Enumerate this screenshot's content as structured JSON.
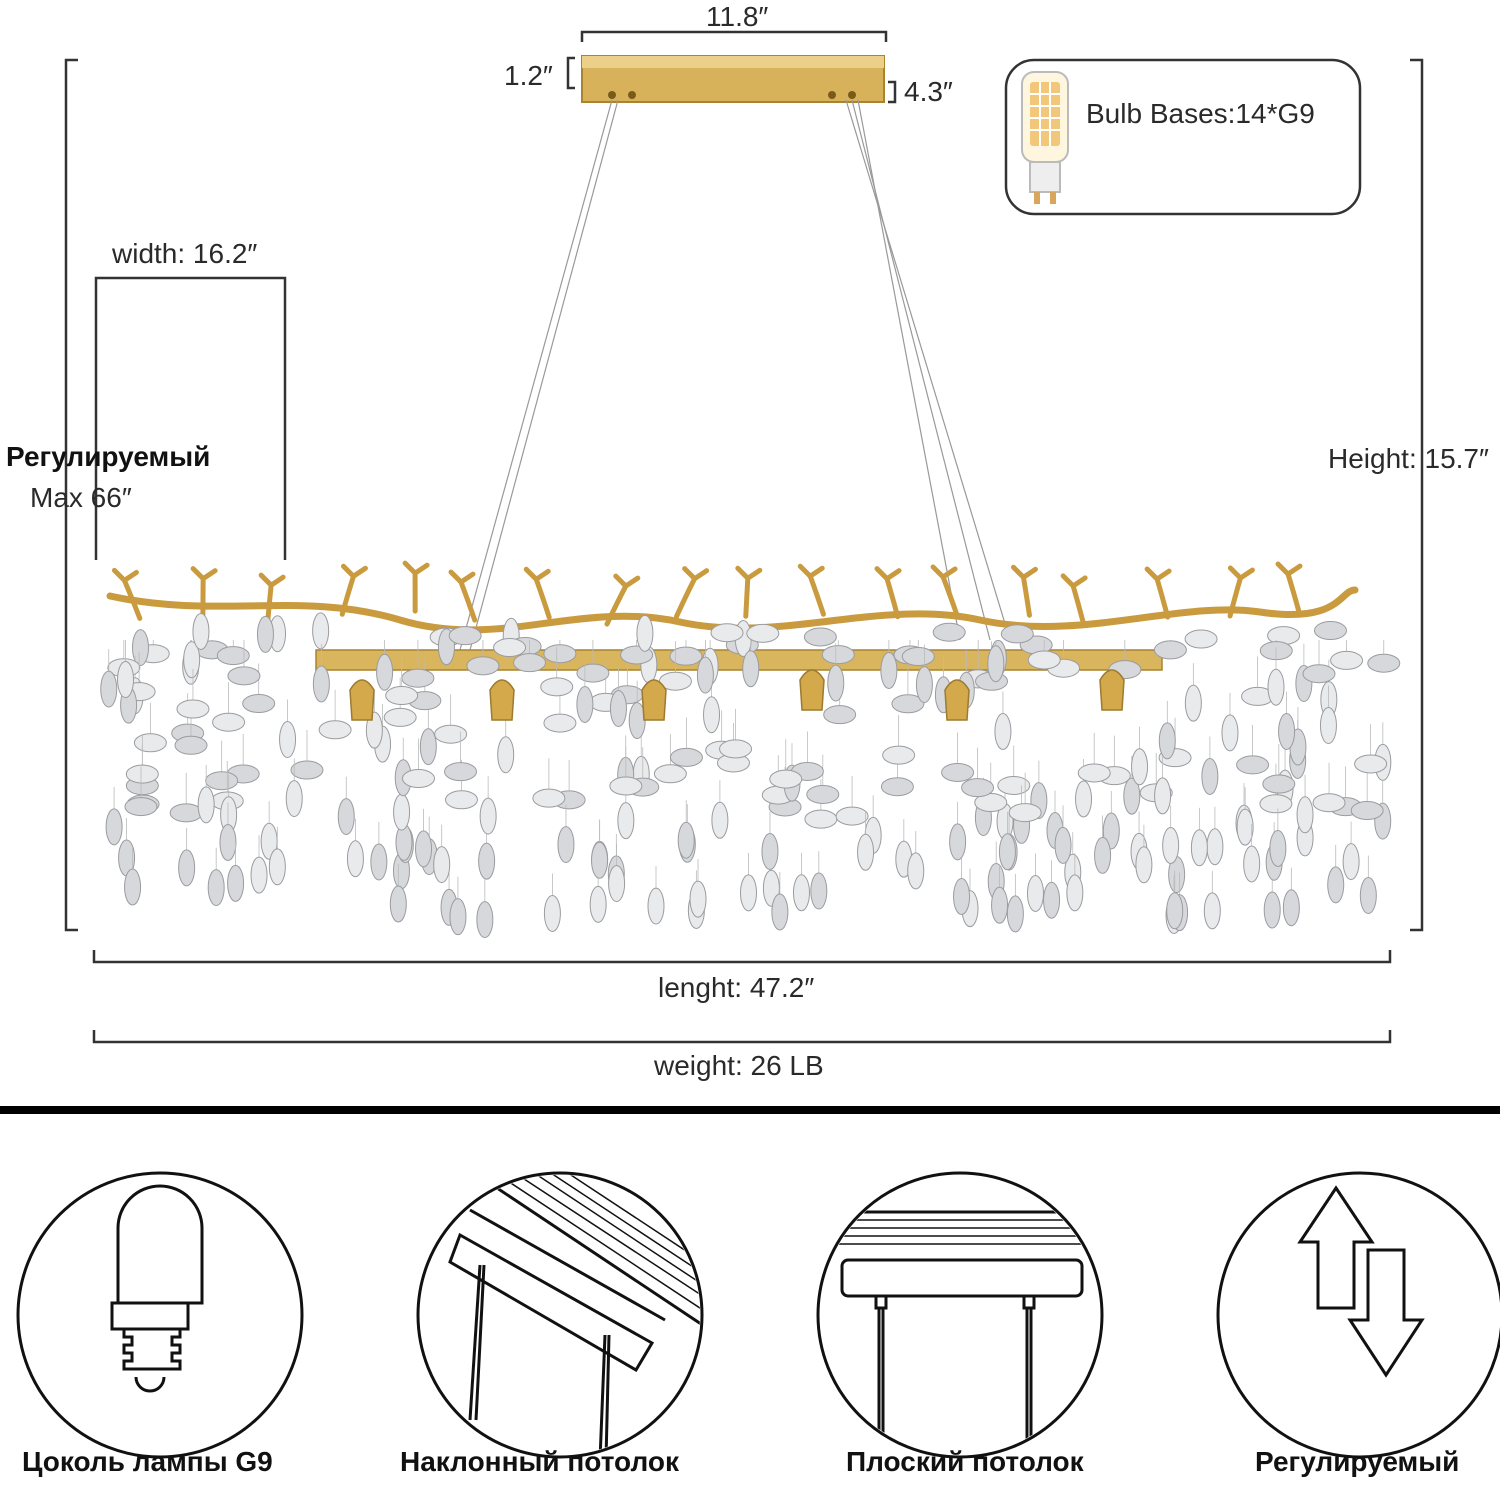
{
  "dimensions": {
    "canopy_width": "11.8″",
    "canopy_thickness": "1.2″",
    "canopy_depth": "4.3″",
    "width": "width: 16.2″",
    "adjustable_label": "Регулируемый",
    "adjustable_max": "Max 66″",
    "height": "Height: 15.7″",
    "length": "lenght: 47.2″",
    "weight": "weight: 26 LB"
  },
  "bulb_box": {
    "label": "Bulb Bases:14*G9"
  },
  "features": [
    {
      "label": "Цоколь лампы G9",
      "icon": "bulb-base-icon"
    },
    {
      "label": "Наклонный потолок",
      "icon": "sloped-ceiling-icon"
    },
    {
      "label": "Плоский потолок",
      "icon": "flat-ceiling-icon"
    },
    {
      "label": "Регулируемый",
      "icon": "adjustable-arrows-icon"
    }
  ],
  "colors": {
    "gold": "#d4a94c",
    "line": "#333333"
  }
}
